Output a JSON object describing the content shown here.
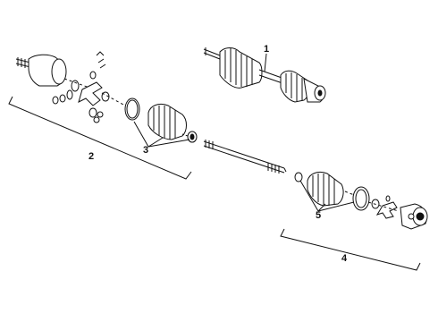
{
  "diagram": {
    "callouts": {
      "c1": "1",
      "c2": "2",
      "c3": "3",
      "c4": "4",
      "c5": "5"
    }
  }
}
